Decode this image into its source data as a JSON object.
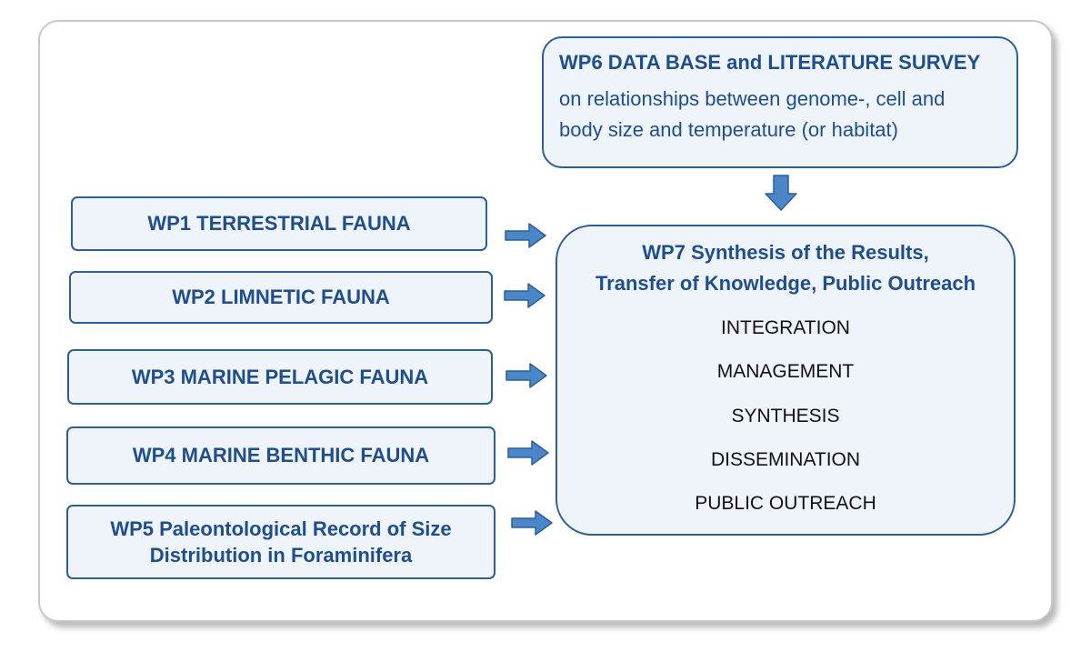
{
  "wp6": {
    "title": "WP6 DATA BASE and LITERATURE SURVEY",
    "desc_line1": "on relationships between genome-, cell and",
    "desc_line2": "body size and temperature (or habitat)"
  },
  "wp7": {
    "title_line1": "WP7 Synthesis of the Results,",
    "title_line2": "Transfer of Knowledge, Public Outreach",
    "items": [
      "INTEGRATION",
      "MANAGEMENT",
      "SYNTHESIS",
      "DISSEMINATION",
      "PUBLIC OUTREACH"
    ]
  },
  "work_packages": [
    {
      "label": "WP1  TERRESTRIAL FAUNA"
    },
    {
      "label": "WP2  LIMNETIC FAUNA"
    },
    {
      "label": "WP3  MARINE PELAGIC  FAUNA"
    },
    {
      "label": "WP4  MARINE BENTHIC FAUNA"
    },
    {
      "label": "WP5 Paleontological Record of Size Distribution in Foraminifera"
    }
  ],
  "colors": {
    "box_fill": "#eef4f9",
    "box_border": "#2e5f93",
    "title_text": "#1f4e8c",
    "arrow_fill": "#4a86c8",
    "arrow_border": "#2e5f93"
  }
}
